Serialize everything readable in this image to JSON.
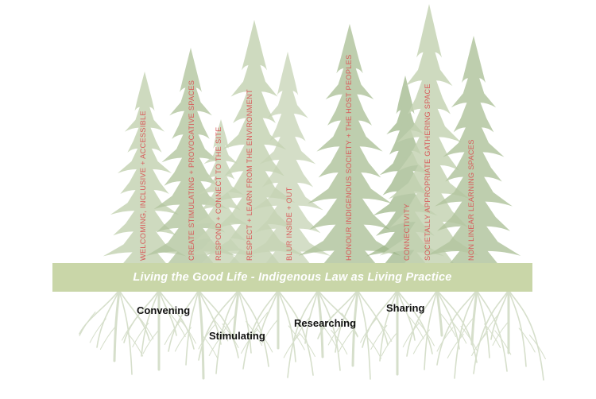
{
  "banner": {
    "title": "Living the Good Life - Indigenous Law as Living Practice"
  },
  "principles": [
    "WELCOMING, INCLUSIVE + ACCESSIBLE",
    "CREATE STIMULATING + PROVOCATIVE SPACES",
    "RESPOND + CONNECT TO THE SITE",
    "RESPECT + LEARN FROM THE ENVIRONMENT",
    "BLUR INSIDE + OUT",
    "HONOUR INDIGENOUS SOCIETY + THE HOST PEOPLES",
    "CONNECTIVITY",
    "SOCIETALLY APPROPRIATE GATHERING SPACE",
    "NON LINEAR LEARNING SPACES"
  ],
  "roots": {
    "convening": "Convening",
    "stimulating": "Stimulating",
    "researching": "Researching",
    "sharing": "Sharing"
  },
  "colors": {
    "tree_light": "#c6d4b5",
    "tree_mid": "#b3c6a0",
    "tree_dark": "#9fb78a",
    "ground": "#c9d6a8",
    "roots": "#d6dfcb",
    "label_red": "#d85a5a"
  }
}
